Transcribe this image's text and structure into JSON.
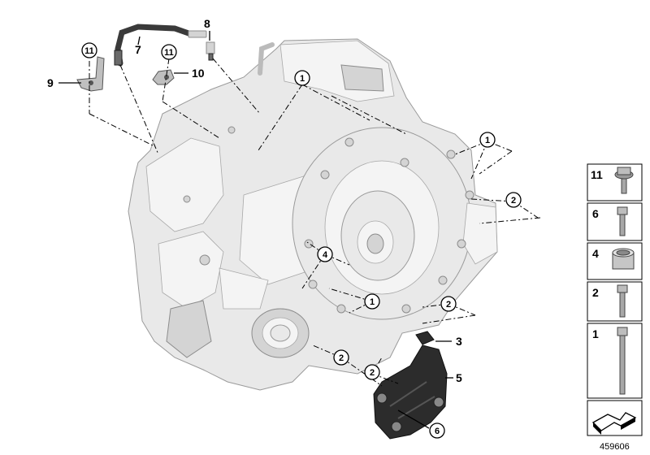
{
  "callouts": {
    "c1": "1",
    "c2": "2",
    "c3": "3",
    "c4": "4",
    "c5": "5",
    "c6": "6",
    "c7": "7",
    "c8": "8",
    "c9": "9",
    "c10": "10",
    "c11": "11"
  },
  "legend": {
    "items": [
      {
        "label": "11",
        "icon": "flange-bolt-icon"
      },
      {
        "label": "6",
        "icon": "hex-bolt-icon"
      },
      {
        "label": "4",
        "icon": "dowel-sleeve-icon"
      },
      {
        "label": "2",
        "icon": "hex-bolt-icon"
      },
      {
        "label": "1",
        "icon": "long-bolt-icon"
      }
    ],
    "footer_icon": "direction-arrow-icon"
  },
  "diagram_id": "459606"
}
